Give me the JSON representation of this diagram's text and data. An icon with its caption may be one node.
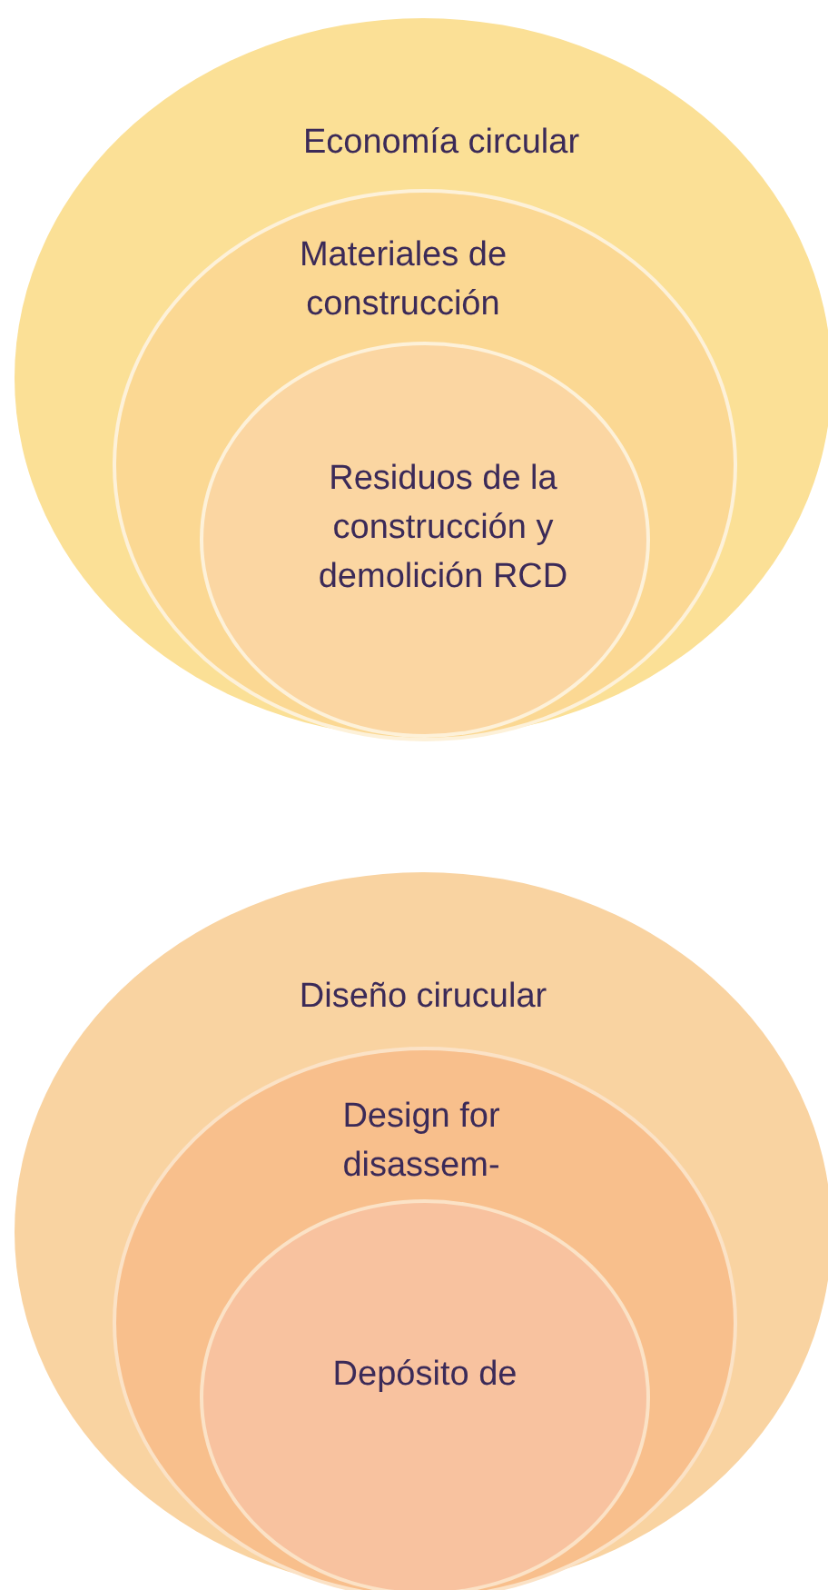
{
  "diagram": {
    "nodes": [
      {
        "text": [
          "Economía circular"
        ]
      },
      {
        "text": [
          "Materiales de construcción"
        ],
        "in": 0
      },
      {
        "text": [
          "Residuos de la construcción y demolición RCD"
        ],
        "in": 1
      },
      {
        "text": [
          "Diseño cirucular"
        ]
      },
      {
        "text": [
          "Design for disassem-"
        ],
        "in": 3
      },
      {
        "text": [
          "Depósito de"
        ],
        "in": 4
      }
    ]
  }
}
